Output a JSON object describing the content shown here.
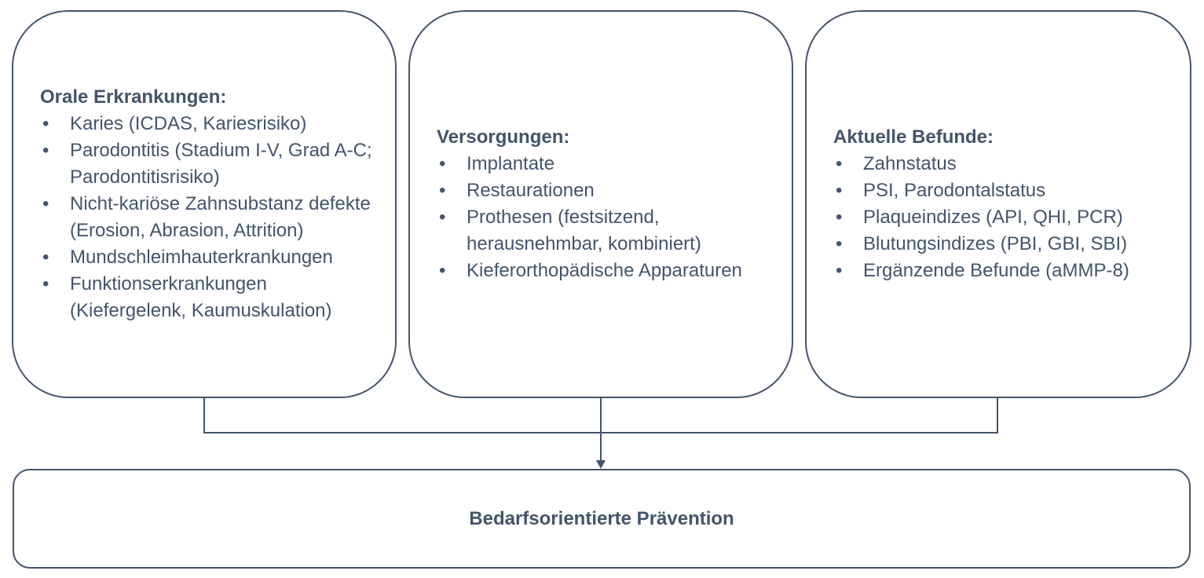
{
  "colors": {
    "stroke": "#44546a",
    "text": "#44546a",
    "background": "#ffffff"
  },
  "boxes": [
    {
      "heading": "Orale Erkrankungen:",
      "items": [
        "Karies (ICDAS, Kariesrisiko)",
        "Parodontitis (Stadium I-V, Grad A-C; Parodontitisrisiko)",
        "Nicht-kariöse Zahnsubstanz defekte (Erosion, Abrasion, Attrition)",
        "Mundschleimhauterkrankungen",
        "Funktionserkrankungen (Kiefergelenk, Kaumuskulation)"
      ]
    },
    {
      "heading": "Versorgungen:",
      "items": [
        "Implantate",
        "Restaurationen",
        "Prothesen (festsitzend, herausnehmbar, kombiniert)",
        "Kieferorthopädische Apparaturen"
      ]
    },
    {
      "heading": "Aktuelle Befunde:",
      "items": [
        "Zahnstatus",
        "PSI, Parodontalstatus",
        "Plaqueindizes (API, QHI, PCR)",
        "Blutungsindizes (PBI, GBI, SBI)",
        "Ergänzende Befunde (aMMP-8)"
      ]
    }
  ],
  "result_box": {
    "label": "Bedarfsorientierte Prävention"
  }
}
